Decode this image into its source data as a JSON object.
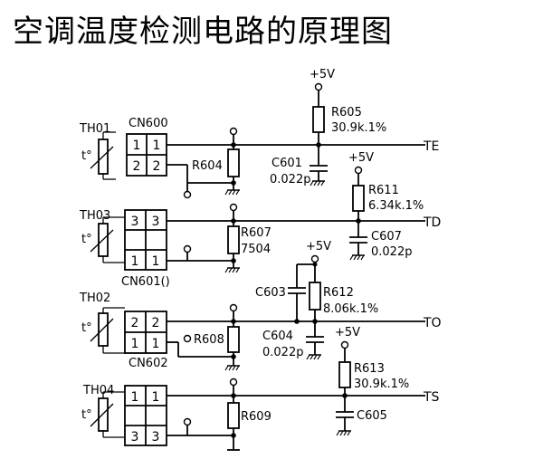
{
  "title": "空调温度检测电路的原理图",
  "supply_label": "+5V",
  "sensor_symbol": "t°",
  "thermistors": [
    "TH01",
    "TH03",
    "TH02",
    "TH04"
  ],
  "connectors": [
    "CN600",
    "CN601()",
    "CN602"
  ],
  "connector_pins": {
    "cn600": [
      "1",
      "1",
      "2",
      "2"
    ],
    "cn601": [
      "3",
      "3",
      "1",
      "1"
    ],
    "cn602": [
      "2",
      "2",
      "1",
      "1"
    ],
    "th04": [
      "1",
      "1",
      "3",
      "3"
    ]
  },
  "resistors": {
    "r604": "R604",
    "r605": "R605",
    "r605_value": "30.9k.1%",
    "r607": "R607",
    "r607_value": "7504",
    "r608": "R608",
    "r609": "R609",
    "r611": "R611",
    "r611_value": "6.34k.1%",
    "r612": "R612",
    "r612_value": "8.06k.1%",
    "r613": "R613",
    "r613_value": "30.9k.1%"
  },
  "capacitors": {
    "c601": "C601",
    "c601_value": "0.022p",
    "c603": "C603",
    "c604": "C604",
    "c604_value": "0.022p",
    "c605": "C605",
    "c607": "C607",
    "c607_value": "0.022p"
  },
  "nets": [
    "TE",
    "TD",
    "TO",
    "TS"
  ]
}
